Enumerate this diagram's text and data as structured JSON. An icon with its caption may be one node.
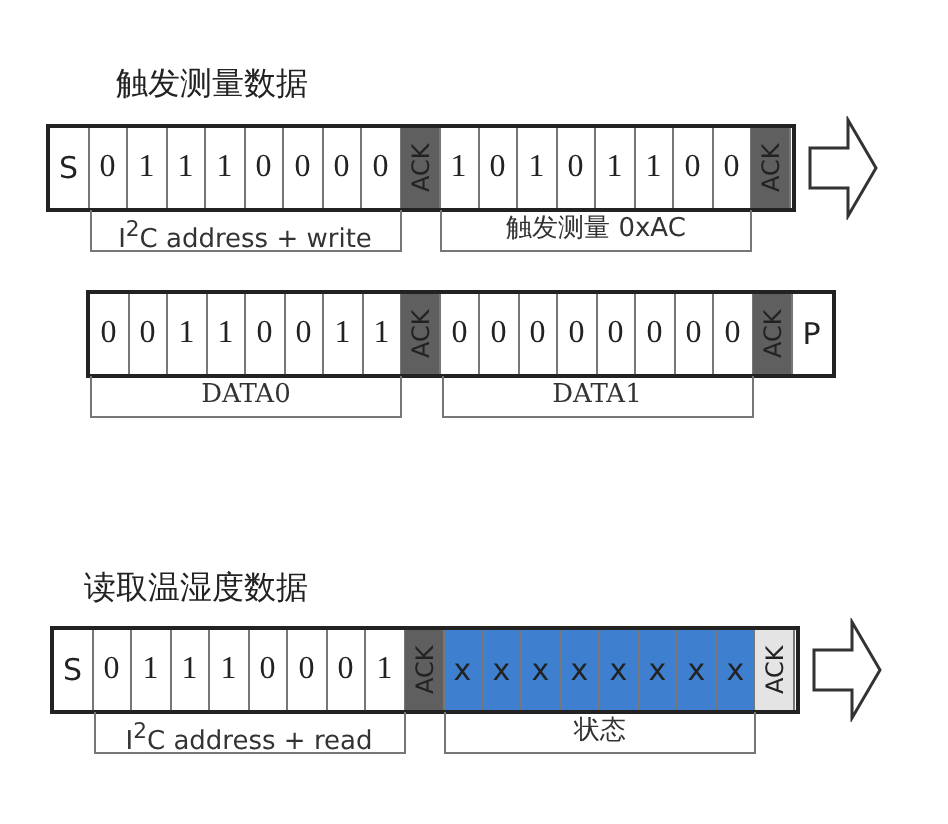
{
  "diagram": {
    "labels": [
      "触发测量数据",
      "S",
      "0",
      "1",
      "1",
      "1",
      "0",
      "0",
      "0",
      "0",
      "ACK",
      "1",
      "0",
      "1",
      "0",
      "1",
      "1",
      "0",
      "0",
      "ACK",
      "I$^{2}$C address + write",
      "触发测量 0xAC",
      "0",
      "0",
      "1",
      "1",
      "0",
      "0",
      "1",
      "1",
      "ACK",
      "0",
      "0",
      "0",
      "0",
      "0",
      "0",
      "0",
      "0",
      "ACK",
      "P",
      "DATA0",
      "DATA1",
      "读取温湿度数据",
      "S",
      "0",
      "1",
      "1",
      "1",
      "0",
      "0",
      "0",
      "1",
      "ACK",
      "x",
      "x",
      "x",
      "x",
      "x",
      "x",
      "x",
      "x",
      "ACK",
      "I$^{2}$C address + read",
      "状态"
    ]
  }
}
